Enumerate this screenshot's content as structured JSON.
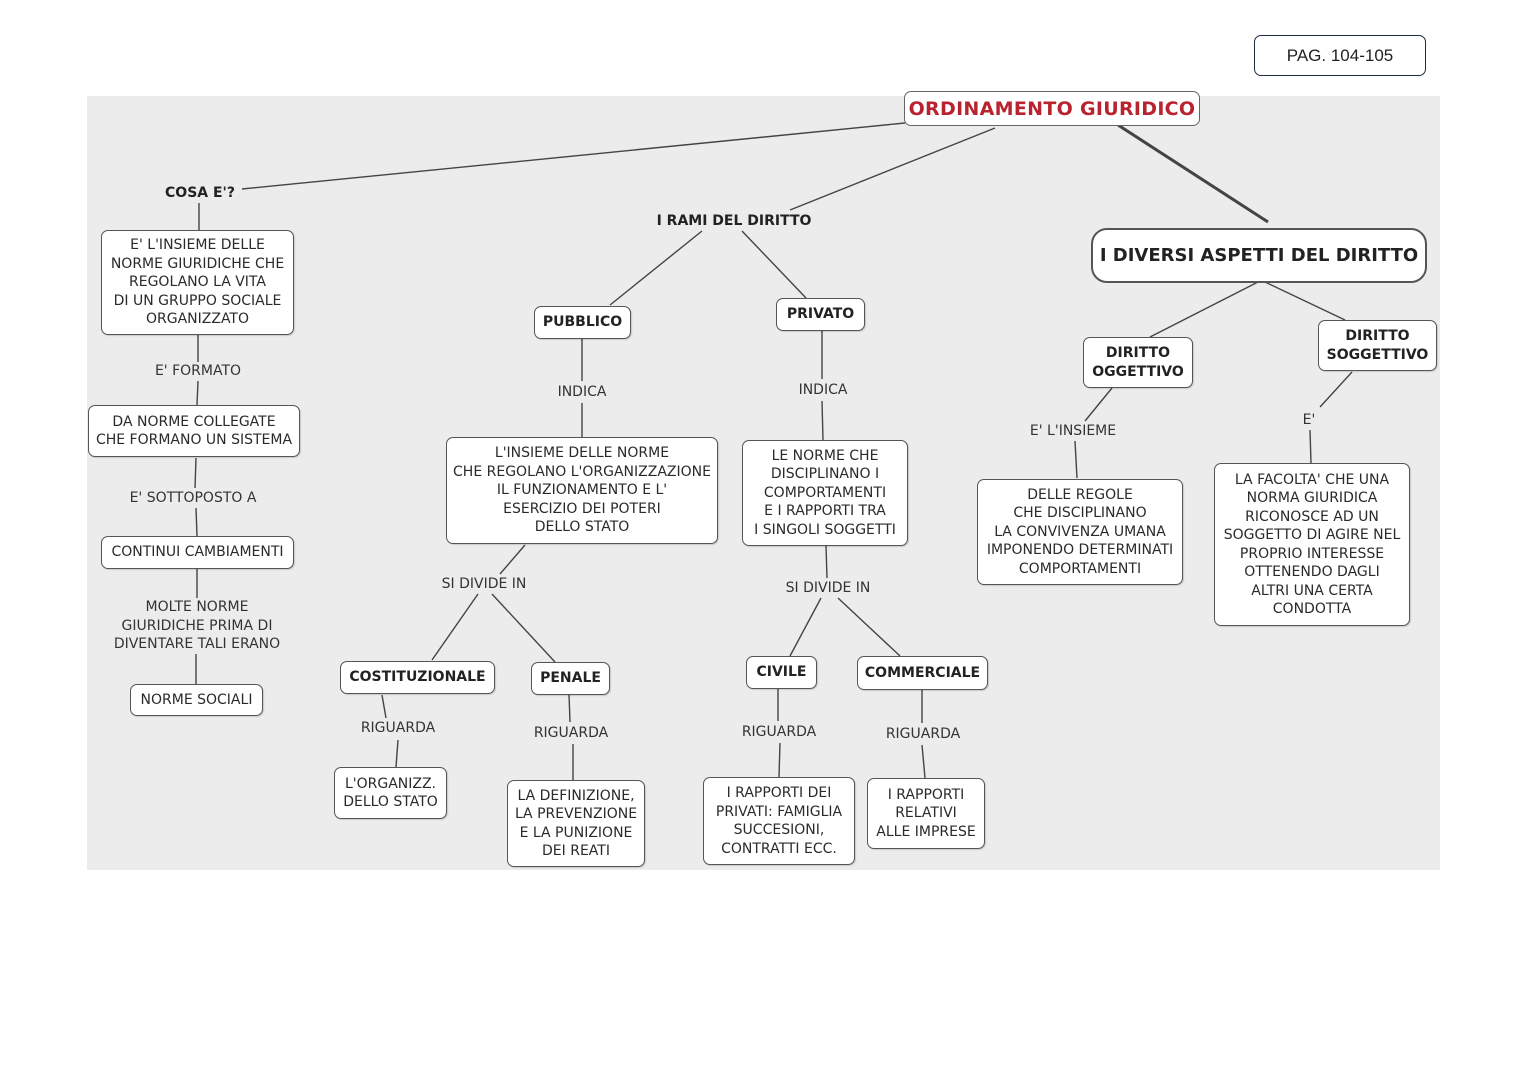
{
  "page_ref": "PAG. 104-105",
  "root": "ORDINAMENTO GIURIDICO",
  "left": {
    "question": "COSA E'?",
    "definition": "E' L'INSIEME DELLE\nNORME GIURIDICHE CHE\nREGOLANO LA VITA\nDI UN GRUPPO SOCIALE\nORGANIZZATO",
    "link_formato": "E' FORMATO",
    "norme_collegate": "DA NORME COLLEGATE\nCHE FORMANO UN SISTEMA",
    "link_sottoposto": "E' SOTTOPOSTO A",
    "cambiamenti": "CONTINUI CAMBIAMENTI",
    "link_molte": "MOLTE NORME\nGIURIDICHE PRIMA DI\nDIVENTARE TALI ERANO",
    "norme_sociali": "NORME SOCIALI"
  },
  "rami": {
    "title": "I RAMI DEL DIRITTO",
    "pubblico": {
      "label": "PUBBLICO",
      "link": "INDICA",
      "desc": "L'INSIEME DELLE NORME\nCHE REGOLANO L'ORGANIZZAZIONE\nIL FUNZIONAMENTO E L'\nESERCIZIO DEI POTERI\nDELLO STATO",
      "divide": "SI DIVIDE IN",
      "costituzionale": {
        "label": "COSTITUZIONALE",
        "link": "RIGUARDA",
        "desc": "L'ORGANIZZ.\nDELLO STATO"
      },
      "penale": {
        "label": "PENALE",
        "link": "RIGUARDA",
        "desc": "LA DEFINIZIONE,\nLA PREVENZIONE\nE LA PUNIZIONE\nDEI REATI"
      }
    },
    "privato": {
      "label": "PRIVATO",
      "link": "INDICA",
      "desc": "LE NORME CHE\nDISCIPLINANO I\nCOMPORTAMENTI\nE I RAPPORTI TRA\nI SINGOLI SOGGETTI",
      "divide": "SI DIVIDE IN",
      "civile": {
        "label": "CIVILE",
        "link": "RIGUARDA",
        "desc": "I RAPPORTI DEI\nPRIVATI: FAMIGLIA\nSUCCESIONI,\nCONTRATTI ECC."
      },
      "commerciale": {
        "label": "COMMERCIALE",
        "link": "RIGUARDA",
        "desc": "I RAPPORTI\nRELATIVI\nALLE IMPRESE"
      }
    }
  },
  "aspetti": {
    "title": "I DIVERSI ASPETTI DEL DIRITTO",
    "oggettivo": {
      "label": "DIRITTO\nOGGETTIVO",
      "link": "E' L'INSIEME",
      "desc": "DELLE REGOLE\nCHE DISCIPLINANO\nLA CONVIVENZA UMANA\nIMPONENDO DETERMINATI\nCOMPORTAMENTI"
    },
    "soggettivo": {
      "label": "DIRITTO\nSOGGETTIVO",
      "link": "E'",
      "desc": "LA FACOLTA' CHE UNA\nNORMA GIURIDICA\nRICONOSCE AD UN\nSOGGETTO DI AGIRE NEL\nPROPRIO INTERESSE\nOTTENENDO DAGLI\nALTRI UNA CERTA\nCONDOTTA"
    }
  },
  "colors": {
    "root_text": "#b8232f",
    "canvas": "#ececec",
    "line": "#444444"
  }
}
